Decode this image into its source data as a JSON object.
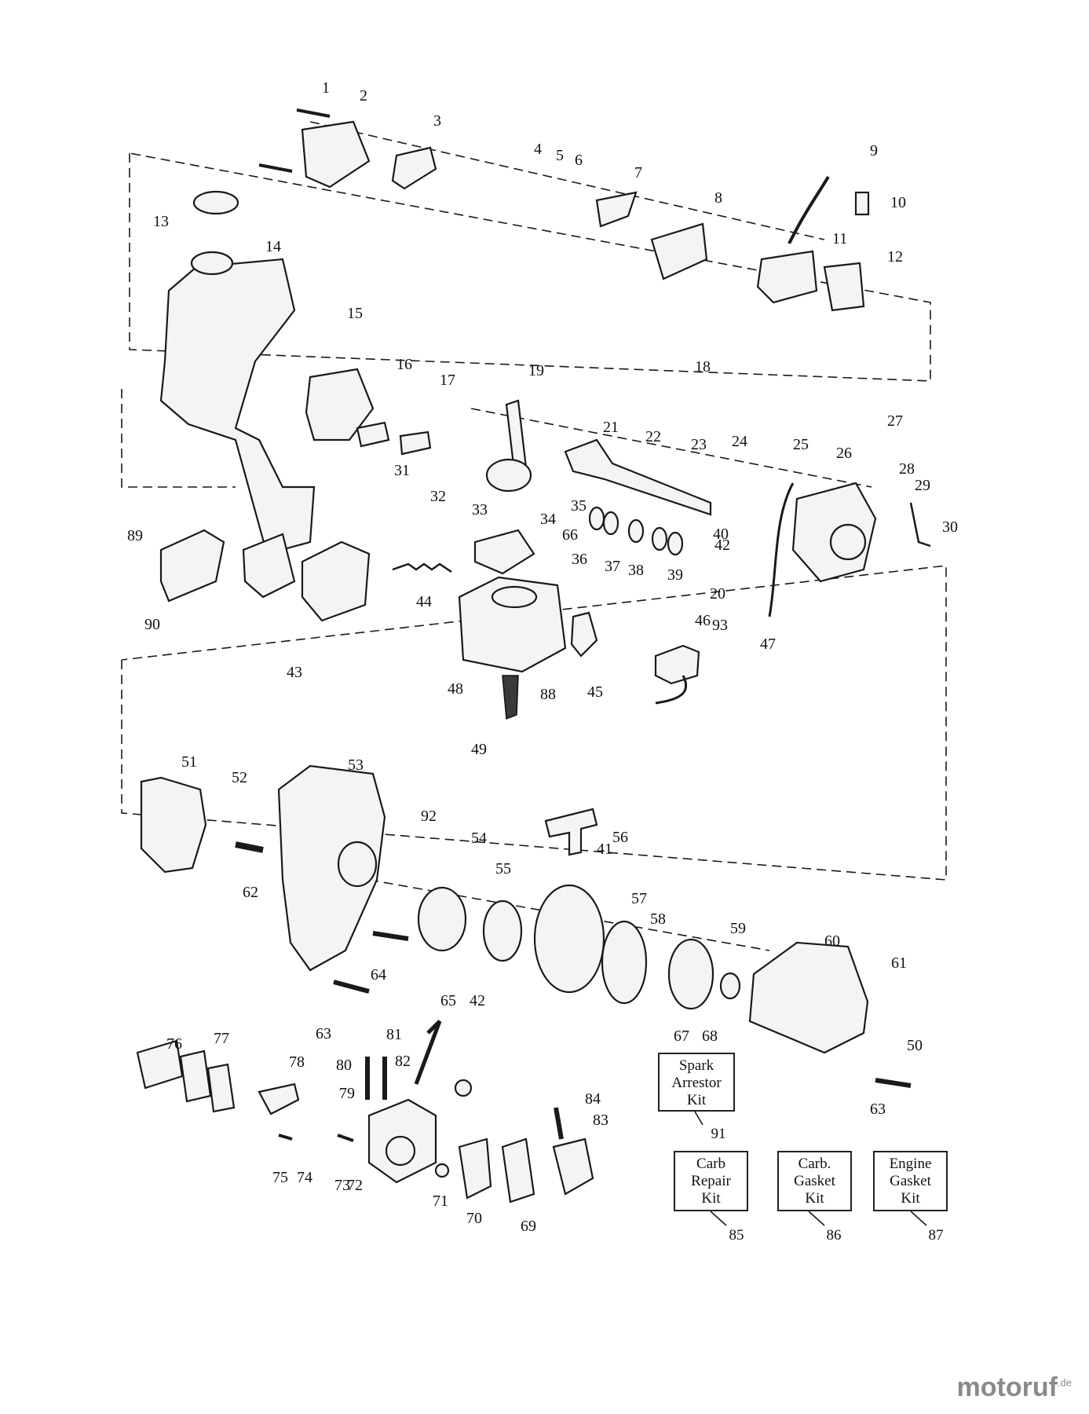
{
  "watermark": {
    "brand": "motoruf",
    "tld": ".de"
  },
  "kits": [
    {
      "id": "kit-91",
      "text": "Spark\nArrestor\nKit",
      "number": "91"
    },
    {
      "id": "kit-85",
      "text": "Carb\nRepair\nKit",
      "number": "85"
    },
    {
      "id": "kit-86",
      "text": "Carb.\nGasket\nKit",
      "number": "86"
    },
    {
      "id": "kit-87",
      "text": "Engine\nGasket\nKit",
      "number": "87"
    }
  ],
  "part_labels": [
    "1",
    "2",
    "3",
    "4",
    "5",
    "6",
    "7",
    "8",
    "9",
    "10",
    "11",
    "12",
    "13",
    "14",
    "15",
    "16",
    "17",
    "18",
    "19",
    "20",
    "21",
    "22",
    "23",
    "24",
    "25",
    "26",
    "27",
    "28",
    "29",
    "30",
    "31",
    "32",
    "33",
    "34",
    "35",
    "36",
    "37",
    "38",
    "39",
    "40",
    "41",
    "42",
    "42",
    "43",
    "44",
    "45",
    "46",
    "47",
    "48",
    "49",
    "50",
    "51",
    "52",
    "53",
    "54",
    "55",
    "56",
    "57",
    "58",
    "59",
    "60",
    "61",
    "62",
    "63",
    "63",
    "64",
    "65",
    "66",
    "67",
    "68",
    "69",
    "70",
    "71",
    "72",
    "73",
    "74",
    "75",
    "76",
    "77",
    "78",
    "79",
    "80",
    "81",
    "82",
    "83",
    "84",
    "88",
    "89",
    "90",
    "92",
    "93"
  ]
}
